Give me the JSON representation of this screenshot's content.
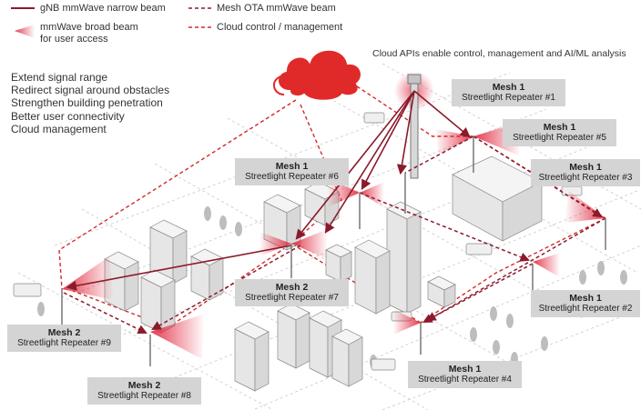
{
  "legend": {
    "narrow_beam": "gNB mmWave narrow beam",
    "broad_beam_line1": "mmWave broad beam",
    "broad_beam_line2": "for user access",
    "ota_beam": "Mesh OTA mmWave beam",
    "cloud_control": "Cloud control / management"
  },
  "cloud_note": "Cloud APIs enable control, management and AI/ML analysis",
  "benefits": [
    "Extend signal range",
    "Redirect signal around obstacles",
    "Strengthen building penetration",
    "Better user connectivity",
    "Cloud management"
  ],
  "repeaters": [
    {
      "mesh": "Mesh 1",
      "name": "Streetlight Repeater #1"
    },
    {
      "mesh": "Mesh 1",
      "name": "Streetlight Repeater #5"
    },
    {
      "mesh": "Mesh 1",
      "name": "Streetlight Repeater #3"
    },
    {
      "mesh": "Mesh 1",
      "name": "Streetlight Repeater #6"
    },
    {
      "mesh": "Mesh 2",
      "name": "Streetlight Repeater #7"
    },
    {
      "mesh": "Mesh 1",
      "name": "Streetlight Repeater #2"
    },
    {
      "mesh": "Mesh 2",
      "name": "Streetlight Repeater #9"
    },
    {
      "mesh": "Mesh 1",
      "name": "Streetlight Repeater #4"
    },
    {
      "mesh": "Mesh 2",
      "name": "Streetlight Repeater #8"
    }
  ],
  "colors": {
    "narrow_beam": "#8b1a2b",
    "ota_beam": "#8b1a2b",
    "cloud_line": "#d42a2a",
    "cloud": "#e02a2a",
    "broad_beam": "#e0253a",
    "label_bg": "#d4d4d4"
  }
}
